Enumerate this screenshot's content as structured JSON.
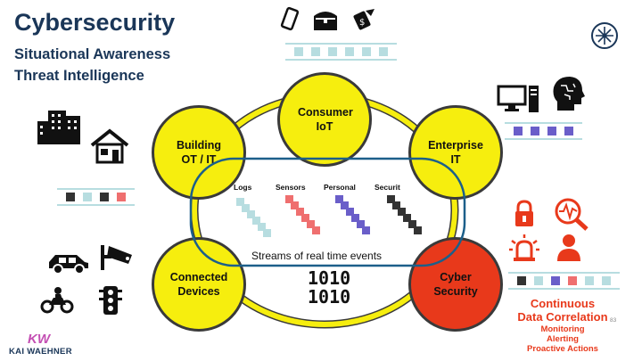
{
  "header": {
    "title": "Cybersecurity",
    "subtitle_1": "Situational Awareness",
    "subtitle_2": "Threat Intelligence"
  },
  "nodes": {
    "consumer_iot": "Consumer IoT",
    "building": "Building OT / IT",
    "enterprise": "Enterprise IT",
    "connected": "Connected Devices",
    "cyber": "Cyber Security"
  },
  "streams": {
    "labels": [
      "Logs",
      "Sensors",
      "Personal",
      "Securit"
    ],
    "caption": "Streams of real time events",
    "binary_1": "1010",
    "binary_2": "1010"
  },
  "correlation": {
    "title_1": "Continuous",
    "title_2": "Data Correlation",
    "items": [
      "Monitoring",
      "Alerting",
      "Proactive Actions"
    ]
  },
  "footer": {
    "logo_initials": "KW",
    "logo_text": "KAI WAEHNER",
    "page_number": "83"
  },
  "colors": {
    "navy": "#1a3658",
    "yellow": "#f6ee0e",
    "red": "#e8391b",
    "teal": "#b7dde0",
    "purple": "#6a5ec9",
    "pink": "#ef6f6f"
  }
}
